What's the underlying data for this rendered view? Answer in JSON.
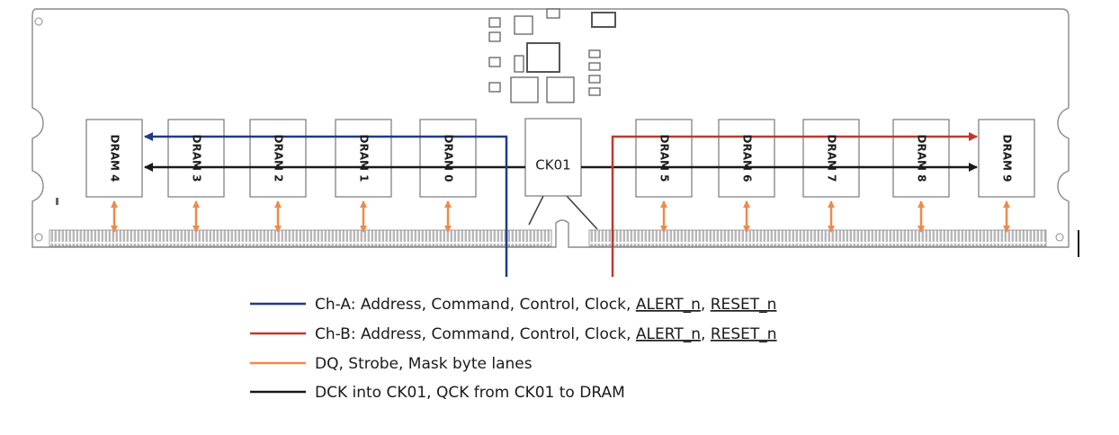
{
  "module": {
    "clock_driver_label": "CK01",
    "dram_left": [
      "DRAM 4",
      "DRAM 3",
      "DRAM 2",
      "DRAM 1",
      "DRAM 0"
    ],
    "dram_right": [
      "DRAM 5",
      "DRAM 6",
      "DRAM 7",
      "DRAM 8",
      "DRAM 9"
    ]
  },
  "legend": [
    {
      "color": "#1f3b8a",
      "prefix": "Ch-A: Address, Command, Control, Clock, ",
      "t1": "ALERT_n",
      "sep": ", ",
      "t2": "RESET_n"
    },
    {
      "color": "#c0392b",
      "prefix": "Ch-B: Address, Command, Control, Clock, ",
      "t1": "ALERT_n",
      "sep": ", ",
      "t2": "RESET_n"
    },
    {
      "color": "#ee8a4a",
      "text": "DQ, Strobe, Mask byte lanes"
    },
    {
      "color": "#1a1a1a",
      "text": "DCK into CK01, QCK from CK01 to DRAM"
    }
  ],
  "colors": {
    "channel_a": "#1f3b8a",
    "channel_b": "#c0392b",
    "dq_lanes": "#ee8a4a",
    "clock": "#1a1a1a",
    "outline": "#8a8a8a"
  }
}
